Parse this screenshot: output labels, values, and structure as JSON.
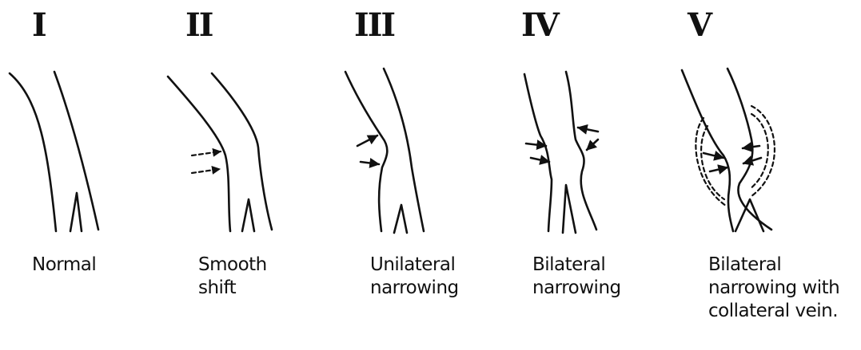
{
  "panels": [
    {
      "numeral": "I",
      "caption": "Normal"
    },
    {
      "numeral": "II",
      "caption": "Smooth\nshift"
    },
    {
      "numeral": "III",
      "caption": "Unilateral\nnarrowing"
    },
    {
      "numeral": "IV",
      "caption": "Bilateral\nnarrowing"
    },
    {
      "numeral": "V",
      "caption": "Bilateral\nnarrowing with\ncollateral vein."
    }
  ]
}
